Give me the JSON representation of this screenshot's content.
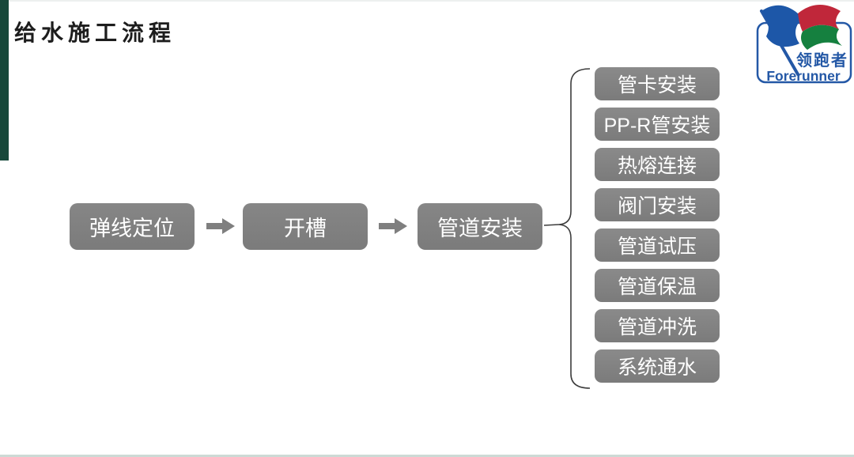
{
  "header": {
    "title": "给水施工流程"
  },
  "logo": {
    "cn": "领跑者",
    "en": "Forerunner"
  },
  "flow": {
    "main_steps": [
      {
        "label": "弹线定位"
      },
      {
        "label": "开槽"
      },
      {
        "label": "管道安装"
      }
    ],
    "sub_steps": [
      {
        "label": "管卡安装"
      },
      {
        "label": "PP-R管安装"
      },
      {
        "label": "热熔连接"
      },
      {
        "label": "阀门安装"
      },
      {
        "label": "管道试压"
      },
      {
        "label": "管道保温"
      },
      {
        "label": "管道冲洗"
      },
      {
        "label": "系统通水"
      }
    ]
  },
  "colors": {
    "box_gray": "#7f7f7f",
    "accent_green": "#17483a",
    "logo_blue": "#2458a6",
    "flag_red": "#c0273a",
    "flag_green": "#15803f"
  }
}
